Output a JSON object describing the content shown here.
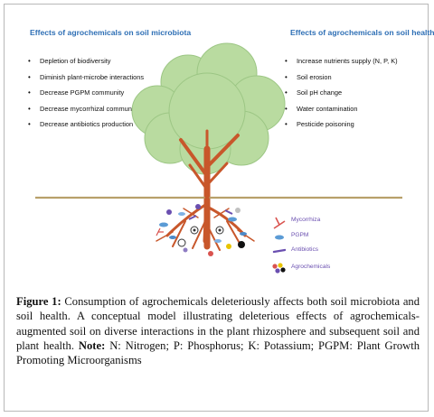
{
  "left_panel": {
    "heading": "Effects of agrochemicals on soil microbiota",
    "items": [
      "Depletion of biodiversity",
      "Diminish plant-microbe interactions",
      "Decrease PGPM community",
      "Decrease mycorrhizal community",
      "Decrease antibiotics production"
    ]
  },
  "right_panel": {
    "heading": "Effects of agrochemicals on soil health",
    "items": [
      "Increase nutrients supply (N, P, K)",
      "Soil erosion",
      "Soil pH change",
      "Water contamination",
      "Pesticide poisoning"
    ]
  },
  "legend": {
    "items": [
      "Mycorrhiza",
      "PGPM",
      "Antibiotics",
      "Agrochemicals"
    ]
  },
  "caption": {
    "label": "Figure 1:",
    "text": "Consumption of agrochemicals deleteriously affects both soil microbiota and soil health. A conceptual model illustrating deleterious effects of agrochemicals-augmented soil on diverse interactions in the plant rhizosphere and subsequent soil and plant health.",
    "note_label": "Note:",
    "note_text": "N: Nitrogen; P: Phosphorus; K: Potassium; PGPM: Plant Growth Promoting Microorganisms"
  },
  "colors": {
    "heading": "#2e6fb5",
    "canopy": "#b9dba0",
    "canopy_edge": "#9cc684",
    "trunk": "#c8572b",
    "ground": "#b8a06a",
    "legend_text": "#6a4fb0"
  }
}
